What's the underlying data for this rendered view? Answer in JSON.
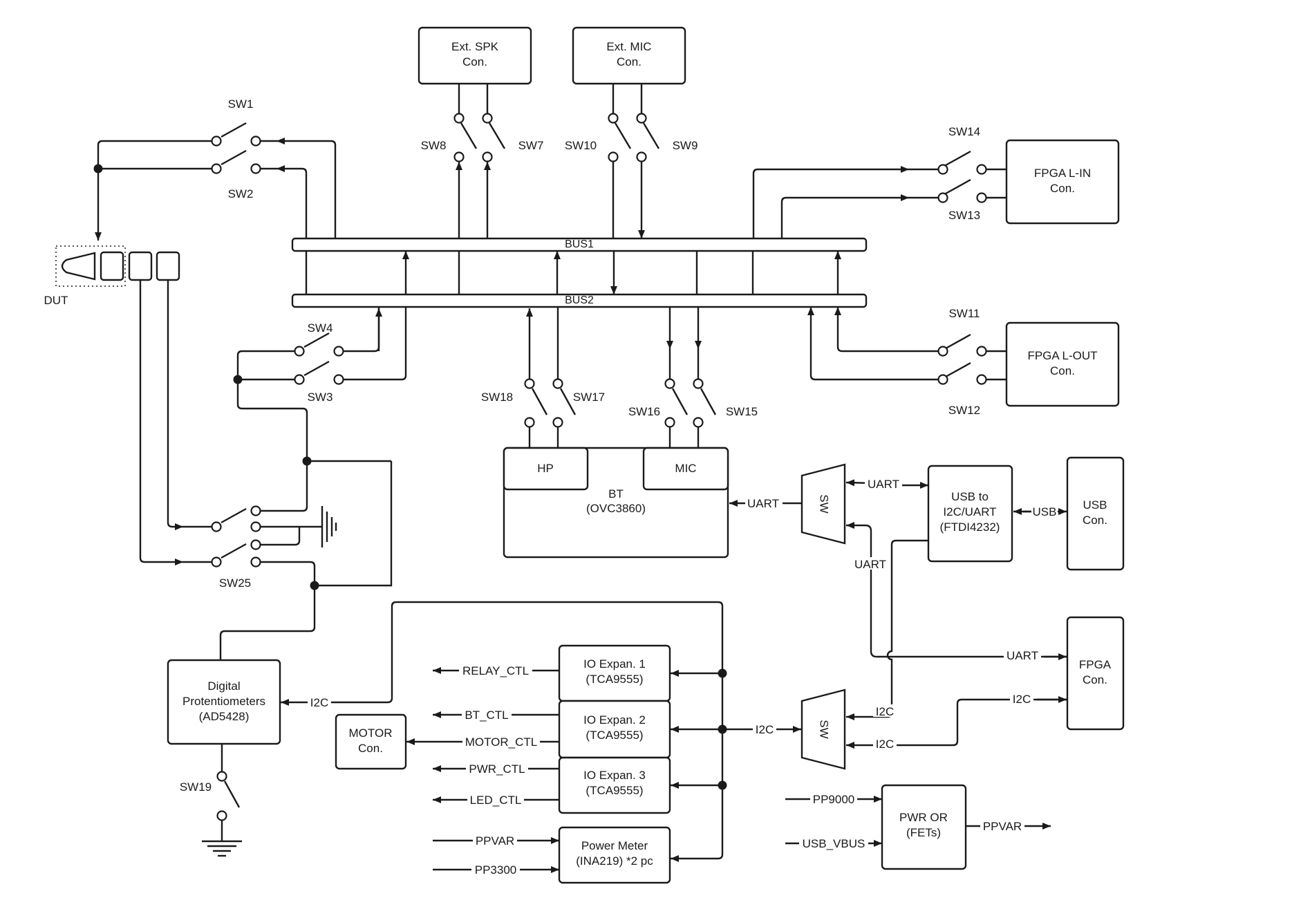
{
  "colors": {
    "line": "#1a1a1a",
    "background": "#ffffff"
  },
  "blocks": {
    "ext_spk": [
      "Ext. SPK",
      "Con."
    ],
    "ext_mic": [
      "Ext. MIC",
      "Con."
    ],
    "fpga_lin": [
      "FPGA  L-IN",
      "Con."
    ],
    "fpga_lout": [
      "FPGA  L-OUT",
      "Con."
    ],
    "hp": "HP",
    "mic": "MIC",
    "bt": [
      "BT",
      "(OVC3860)"
    ],
    "sw_mux_top": "SW",
    "sw_mux_bottom": "SW",
    "usb_i2c_uart": [
      "USB to",
      "I2C/UART",
      "(FTDI4232)"
    ],
    "usb_con": [
      "USB",
      "Con."
    ],
    "fpga_con": [
      "FPGA",
      "Con."
    ],
    "digital_pot": [
      "Digital",
      "Protentiometers",
      "(AD5428)"
    ],
    "motor_con": [
      "MOTOR",
      "Con."
    ],
    "io_exp1": [
      "IO Expan. 1",
      "(TCA9555)"
    ],
    "io_exp2": [
      "IO Expan. 2",
      "(TCA9555)"
    ],
    "io_exp3": [
      "IO Expan. 3",
      "(TCA9555)"
    ],
    "power_meter": [
      "Power Meter",
      "(INA219) *2 pc"
    ],
    "pwr_or": [
      "PWR OR",
      "(FETs)"
    ]
  },
  "buses": {
    "bus1": "BUS1",
    "bus2": "BUS2"
  },
  "switches": {
    "sw1": "SW1",
    "sw2": "SW2",
    "sw3": "SW3",
    "sw4": "SW4",
    "sw7": "SW7",
    "sw8": "SW8",
    "sw9": "SW9",
    "sw10": "SW10",
    "sw11": "SW11",
    "sw12": "SW12",
    "sw13": "SW13",
    "sw14": "SW14",
    "sw15": "SW15",
    "sw16": "SW16",
    "sw17": "SW17",
    "sw18": "SW18",
    "sw19": "SW19",
    "sw25": "SW25"
  },
  "dut_label": "DUT",
  "signals": {
    "uart_bt": "UART",
    "uart_sw_usb": "UART",
    "uart_vertical": "UART",
    "uart_fpga": "UART",
    "usb_link": "USB",
    "i2c_pot": "I2C",
    "i2c_exp_sw": "I2C",
    "i2c_sw_top": "I2C",
    "i2c_sw_bottom": "I2C",
    "i2c_fpga": "I2C",
    "relay_ctl": "RELAY_CTL",
    "bt_ctl": "BT_CTL",
    "motor_ctl": "MOTOR_CTL",
    "pwr_ctl": "PWR_CTL",
    "led_ctl": "LED_CTL",
    "ppvar_in": "PPVAR",
    "pp3300": "PP3300",
    "pp9000": "PP9000",
    "usb_vbus": "USB_VBUS",
    "ppvar_out": "PPVAR"
  }
}
